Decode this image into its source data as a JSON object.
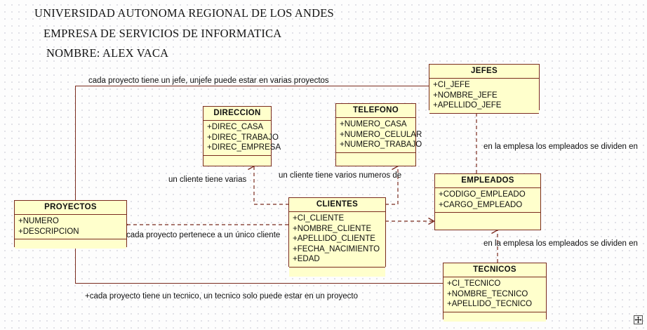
{
  "header": {
    "line1": "UNIVERSIDAD AUTONOMA REGIONAL DE LOS ANDES",
    "line2": "EMPRESA DE SERVICIOS DE INFORMATICA",
    "line3": "NOMBRE: ALEX VACA"
  },
  "colors": {
    "class_fill": "#FFFFCC",
    "class_border": "#7A2B1E",
    "text": "#101010",
    "canvas": "#FDFDFD"
  },
  "classes": {
    "jefes": {
      "title": "JEFES",
      "attributes": [
        "+CI_JEFE",
        "+NOMBRE_JEFE",
        "+APELLIDO_JEFE"
      ]
    },
    "direccion": {
      "title": "DIRECCION",
      "attributes": [
        "+DIREC_CASA",
        "+DIREC_TRABAJO",
        "+DIREC_EMPRESA"
      ]
    },
    "telefono": {
      "title": "TELEFONO",
      "attributes": [
        "+NUMERO_CASA",
        "+NUMERO_CELULAR",
        "+NUMERO_TRABAJO"
      ]
    },
    "empleados": {
      "title": "EMPLEADOS",
      "attributes": [
        "+CODIGO_EMPLEADO",
        "+CARGO_EMPLEADO"
      ]
    },
    "proyectos": {
      "title": "PROYECTOS",
      "attributes": [
        "+NUMERO",
        "+DESCRIPCION"
      ]
    },
    "clientes": {
      "title": "CLIENTES",
      "attributes": [
        "+CI_CLIENTE",
        "+NOMBRE_CLIENTE",
        "+APELLIDO_CLIENTE",
        "+FECHA_NACIMIENTO",
        "+EDAD"
      ]
    },
    "tecnicos": {
      "title": "TECNICOS",
      "attributes": [
        "+CI_TECNICO",
        "+NOMBRE_TECNICO",
        "+APELLIDO_TECNICO"
      ]
    }
  },
  "labels": {
    "proyecto_jefe": "cada proyecto tiene un jefe, unjefe puede estar en varias proyectos",
    "cliente_direcciones": "un cliente tiene varias",
    "cliente_telefonos": "un cliente tiene varios numeros de",
    "proyecto_cliente": "cada proyecto pertenece a un único cliente",
    "empleados_empleados": "en la emplesa los empleados se dividen en",
    "empleados_tecnicos": "en la emplesa los empleados se dividen en",
    "proyecto_tecnico": "+cada proyecto tiene un tecnico, un tecnico solo puede estar en un proyecto"
  },
  "handle": {
    "icon": "move-icon"
  }
}
